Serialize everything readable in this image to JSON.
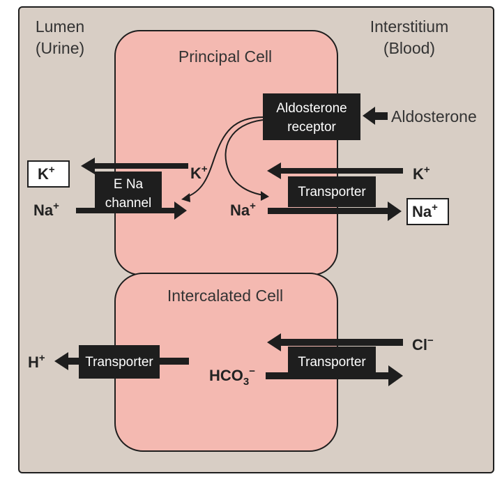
{
  "regions": {
    "lumen": {
      "line1": "Lumen",
      "line2": "(Urine)"
    },
    "interstitium": {
      "line1": "Interstitium",
      "line2": "(Blood)"
    }
  },
  "cells": {
    "principal": {
      "title": "Principal Cell",
      "enac": {
        "line1": "E Na",
        "line2": "channel"
      },
      "receptor": {
        "line1": "Aldosterone",
        "line2": "receptor"
      },
      "transporter": "Transporter",
      "aldosterone": "Aldosterone",
      "ions": {
        "k_lumen": {
          "base": "K",
          "sup": "+"
        },
        "na_lumen": {
          "base": "Na",
          "sup": "+"
        },
        "k_inner": {
          "base": "K",
          "sup": "+"
        },
        "na_inner": {
          "base": "Na",
          "sup": "+"
        },
        "k_blood": {
          "base": "K",
          "sup": "+"
        },
        "na_blood": {
          "base": "Na",
          "sup": "+"
        }
      }
    },
    "intercalated": {
      "title": "Intercalated Cell",
      "transporter_left": "Transporter",
      "transporter_right": "Transporter",
      "ions": {
        "h": {
          "base": "H",
          "sup": "+"
        },
        "cl": {
          "base": "Cl",
          "sup": "−"
        },
        "hco3": {
          "base": "HCO",
          "sub": "3",
          "sup": "−"
        }
      }
    }
  },
  "colors": {
    "background": "#d8cec5",
    "cell_fill": "#f4b9b1",
    "dark": "#1e1e1e",
    "text": "#333333"
  }
}
